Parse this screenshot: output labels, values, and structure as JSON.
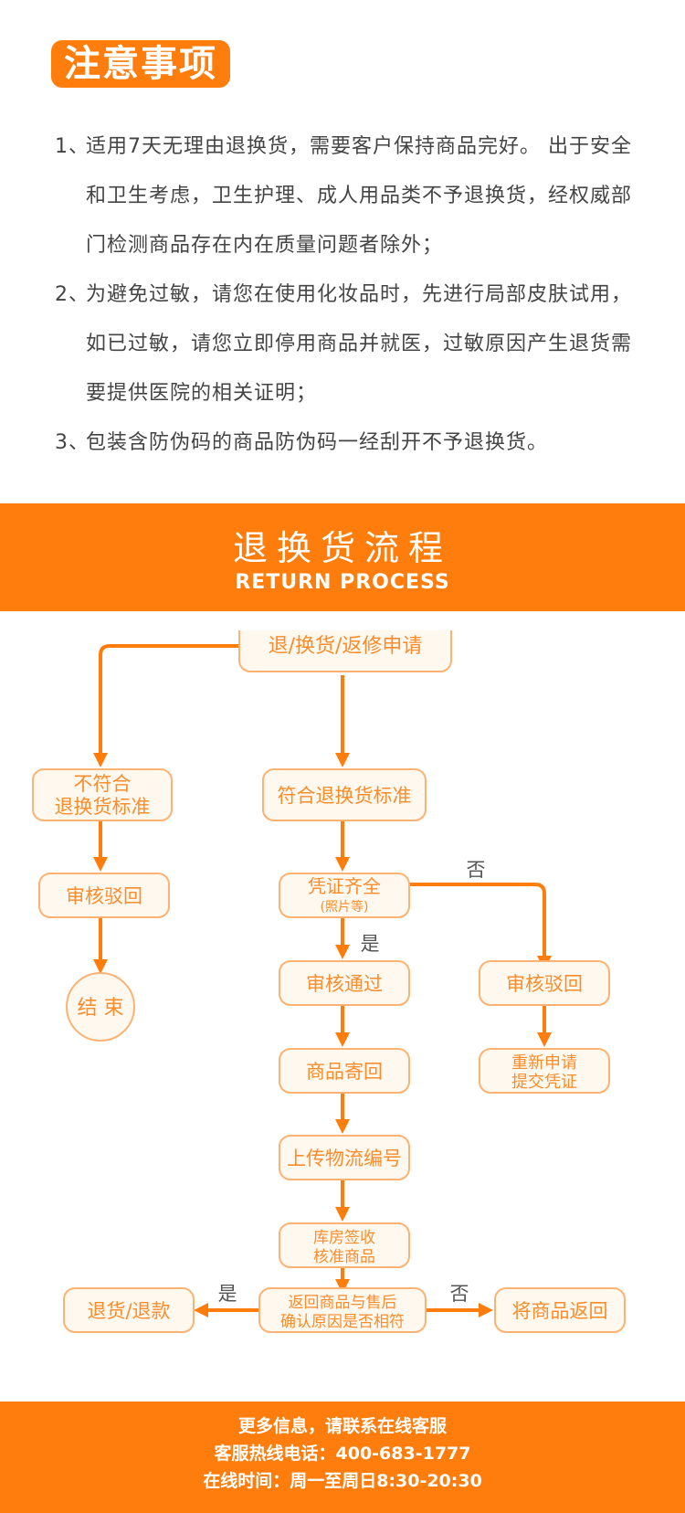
{
  "notice": {
    "title": "注意事项",
    "items": [
      {
        "num": "1、",
        "text": "适用7天无理由退换货，需要客户保持商品完好。  出于安全和卫生考虑，卫生护理、成人用品类不予退换货，经权威部门检测商品存在内在质量问题者除外；"
      },
      {
        "num": "2、",
        "text": "为避免过敏，请您在使用化妆品时，先进行局部皮肤试用，如已过敏，请您立即停用商品并就医，过敏原因产生退货需要提供医院的相关证明；"
      },
      {
        "num": "3、",
        "text": "包装含防伪码的商品防伪码一经刮开不予退换货。"
      }
    ]
  },
  "band": {
    "title_cn": "退换货流程",
    "title_en": "RETURN PROCESS"
  },
  "flow": {
    "apply": "退/换货/返修申请",
    "not_meet": [
      "不符合",
      "退换货标准"
    ],
    "meet": "符合退换货标准",
    "review_reject_left": "审核驳回",
    "end": "结 束",
    "docs": "凭证齐全",
    "docs_sub": "(照片等)",
    "label_no_docs": "否",
    "label_yes_docs": "是",
    "review_pass": "审核通过",
    "review_reject_right": "审核驳回",
    "reapply": [
      "重新申请",
      "提交凭证"
    ],
    "ship_back": "商品寄回",
    "upload_tracking": "上传物流编号",
    "warehouse": [
      "库房签收",
      "核准商品"
    ],
    "confirm": [
      "返回商品与售后",
      "确认原因是否相符"
    ],
    "label_yes_confirm": "是",
    "label_no_confirm": "否",
    "refund": "退货/退款",
    "return_goods": "将商品返回"
  },
  "footer": {
    "line1": "更多信息，请联系在线客服",
    "line2": "客服热线电话：400-683-1777",
    "line3": "在线时间：周一至周日8:30-20:30"
  },
  "colors": {
    "accent": "#ff7d0c",
    "node_fill": "#fff8ee",
    "node_stroke": "#fbb272",
    "node_text": "#fb8c2c"
  }
}
